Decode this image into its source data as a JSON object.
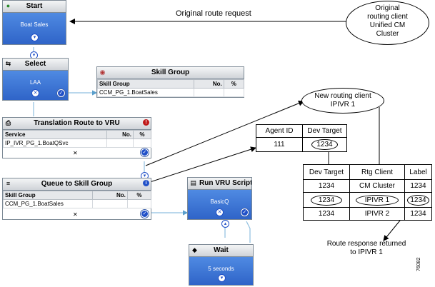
{
  "nodes": {
    "start": {
      "title": "Start",
      "body": "Boat Sales"
    },
    "select": {
      "title": "Select",
      "body": "LAA"
    },
    "skill_group": {
      "title": "Skill Group",
      "headers": [
        "Skill Group",
        "No.",
        "%"
      ],
      "row": [
        "CCM_PG_1.BoatSales",
        "",
        ""
      ]
    },
    "translation_route": {
      "title": "Translation Route to VRU",
      "headers": [
        "Service",
        "No.",
        "%"
      ],
      "row": [
        "IP_IVR_PG_1.BoatQSvc",
        "",
        ""
      ]
    },
    "queue_to_skill": {
      "title": "Queue to Skill Group",
      "headers": [
        "Skill Group",
        "No.",
        "%"
      ],
      "row": [
        "CCM_PG_1.BoatSales",
        "",
        ""
      ]
    },
    "run_vru": {
      "title": "Run VRU Script",
      "body": "BasicQ"
    },
    "wait": {
      "title": "Wait",
      "body": "5 seconds"
    }
  },
  "agent_table": {
    "headers": [
      "Agent ID",
      "Dev Target"
    ],
    "row": [
      "111",
      "1234"
    ]
  },
  "route_table": {
    "headers": [
      "Dev Target",
      "Rtg Client",
      "Label"
    ],
    "rows": [
      [
        "1234",
        "CM Cluster",
        "1234"
      ],
      [
        "1234",
        "IPIVR 1",
        "1234"
      ],
      [
        "1234",
        "IPIVR 2",
        "1234"
      ]
    ]
  },
  "callouts": {
    "original_request": "Original route request",
    "original_client": [
      "Original",
      "routing client",
      "Unified CM",
      "Cluster"
    ],
    "new_client": [
      "New routing client",
      "IPIVR 1"
    ],
    "route_response": [
      "Route response returned",
      "to IPIVR 1"
    ]
  },
  "figure_id": "76082"
}
